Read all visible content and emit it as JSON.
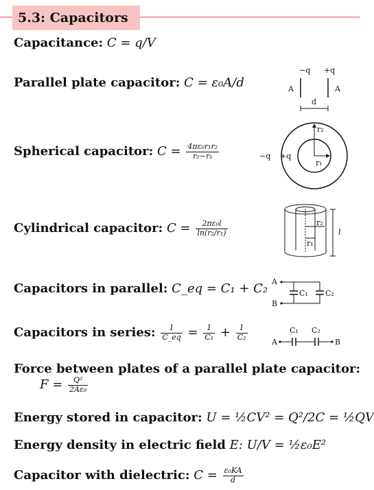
{
  "header": {
    "title": "5.3: Capacitors"
  },
  "rows": [
    {
      "label": "Capacitance:",
      "formula": "C = q/V"
    },
    {
      "label": "Parallel plate capacitor:",
      "formula": "C = ε₀A/d"
    },
    {
      "label": "Spherical capacitor:",
      "lhs": "C =",
      "num": "4πε₀r₁r₂",
      "den": "r₂−r₁"
    },
    {
      "label": "Cylindrical capacitor:",
      "lhs": "C =",
      "num": "2πε₀l",
      "den": "ln(r₂/r₁)"
    },
    {
      "label": "Capacitors in parallel:",
      "formula": "C_eq = C₁ + C₂"
    },
    {
      "label": "Capacitors in series:",
      "f1_num": "1",
      "f1_den": "C_eq",
      "f2_num": "1",
      "f2_den": "C₁",
      "f3_num": "1",
      "f3_den": "C₂"
    },
    {
      "label": "Force between plates of a parallel plate capacitor:",
      "lhs": "F =",
      "num": "Q²",
      "den": "2Aε₀"
    },
    {
      "label": "Energy stored in capacitor:",
      "formula": "U = ½CV² = Q²/2C = ½QV"
    },
    {
      "label": "Energy density in electric field",
      "var": "E:",
      "formula": "U/V = ½ε₀E²"
    },
    {
      "label": "Capacitor with dielectric:",
      "lhs": "C =",
      "num": "ε₀KA",
      "den": "d"
    }
  ],
  "diagrams": {
    "parallel_plate": {
      "minus_q": "−q",
      "plus_q": "+q",
      "a_left": "A",
      "a_right": "A",
      "d": "d"
    },
    "spherical": {
      "minus_q": "−q",
      "plus_q": "+q",
      "r2": "r₂",
      "r1": "r₁"
    },
    "cylindrical": {
      "r2": "r₂",
      "r1": "r₁",
      "l": "l"
    },
    "parallel_circuit": {
      "a": "A",
      "b": "B",
      "c1": "C₁",
      "c2": "C₂"
    },
    "series_circuit": {
      "a": "A",
      "b": "B",
      "c1": "C₁",
      "c2": "C₂"
    }
  }
}
